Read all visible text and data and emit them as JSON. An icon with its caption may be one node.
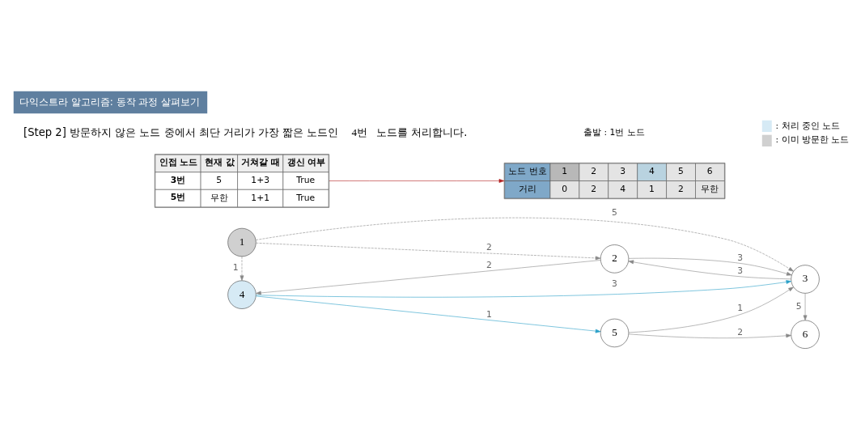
{
  "diagram": {
    "title": "다익스트라 알고리즘: 동작 과정 살펴보기",
    "nodes": [
      {
        "text": [
          "1"
        ]
      },
      {
        "text": [
          "2"
        ]
      },
      {
        "text": [
          "3"
        ]
      },
      {
        "text": [
          "4"
        ]
      },
      {
        "text": [
          "5"
        ]
      },
      {
        "text": [
          "6"
        ]
      },
      {
        "text": [
          "인접 노드",
          "현재 값",
          "거쳐갈 때",
          "갱신 여부",
          "3번",
          "5",
          "1+3",
          "True",
          "5번",
          "무한",
          "1+1",
          "True"
        ]
      },
      {
        "text": [
          "노드 번호",
          "1",
          "2",
          "3",
          "4",
          "5",
          "6",
          "거리",
          "0",
          "2",
          "4",
          "1",
          "2",
          "무한"
        ]
      }
    ],
    "edges": [
      {
        "from": 0,
        "to": 1,
        "arrow": "to",
        "label": "2",
        "style": "dashed"
      },
      {
        "from": 0,
        "to": 2,
        "arrow": "to",
        "label": "5",
        "style": "dashed"
      },
      {
        "from": 0,
        "to": 3,
        "arrow": "to",
        "label": "1",
        "style": "dashed"
      },
      {
        "from": 1,
        "to": 2,
        "arrow": "to",
        "label": "3"
      },
      {
        "from": 2,
        "to": 1,
        "arrow": "to",
        "label": "3"
      },
      {
        "from": 1,
        "to": 3,
        "arrow": "to",
        "label": "2"
      },
      {
        "from": 2,
        "to": 5,
        "arrow": "to",
        "label": "5"
      },
      {
        "from": 3,
        "to": 2,
        "arrow": "to",
        "label": "3",
        "color": "#2aa0c8"
      },
      {
        "from": 3,
        "to": 4,
        "arrow": "to",
        "label": "1",
        "color": "#2aa0c8"
      },
      {
        "from": 4,
        "to": 2,
        "arrow": "to",
        "label": "1"
      },
      {
        "from": 4,
        "to": 5,
        "arrow": "to",
        "label": "2"
      },
      {
        "from": 6,
        "to": 7,
        "arrow": "to",
        "color": "#b22222"
      }
    ],
    "labels": [
      "[Step 2] 방문하지 않은 노드 중에서 최단 거리가 가장 짧은 노드인 **4번** 노드를 처리합니다.",
      "**출발**: 1번 노드"
    ],
    "legend": [
      {
        "text": ": 처리 중인 노드",
        "color": "#d6eaf5"
      },
      {
        "text": ": 이미 방문한 노드",
        "color": "#d0d0d0"
      }
    ]
  }
}
